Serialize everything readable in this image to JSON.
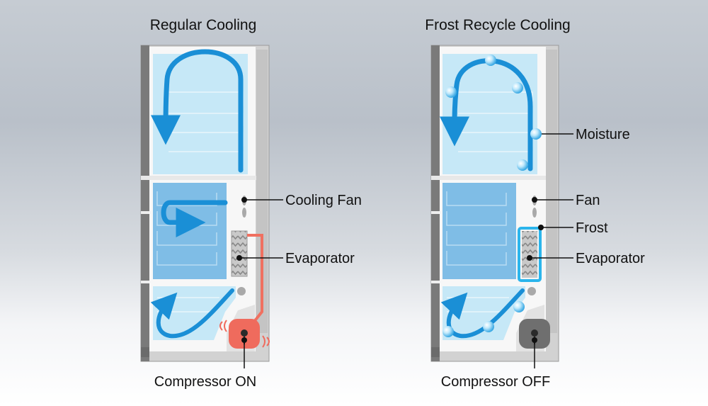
{
  "left": {
    "title": "Regular Cooling",
    "fan_label": "Cooling Fan",
    "evaporator_label": "Evaporator",
    "compressor_label": "Compressor ON"
  },
  "right": {
    "title": "Frost Recycle Cooling",
    "moisture_label": "Moisture",
    "fan_label": "Fan",
    "frost_label": "Frost",
    "evaporator_label": "Evaporator",
    "compressor_label": "Compressor OFF"
  },
  "colors": {
    "airflow": "#1a8fd6",
    "refrigerant_line": "#f07060",
    "compressor_on": "#ef6b5d",
    "compressor_off": "#6f6f6f",
    "compartment": "#c6e8f7",
    "drawer_zone": "#7fbde6",
    "frost_outline": "#2bb5ec"
  }
}
